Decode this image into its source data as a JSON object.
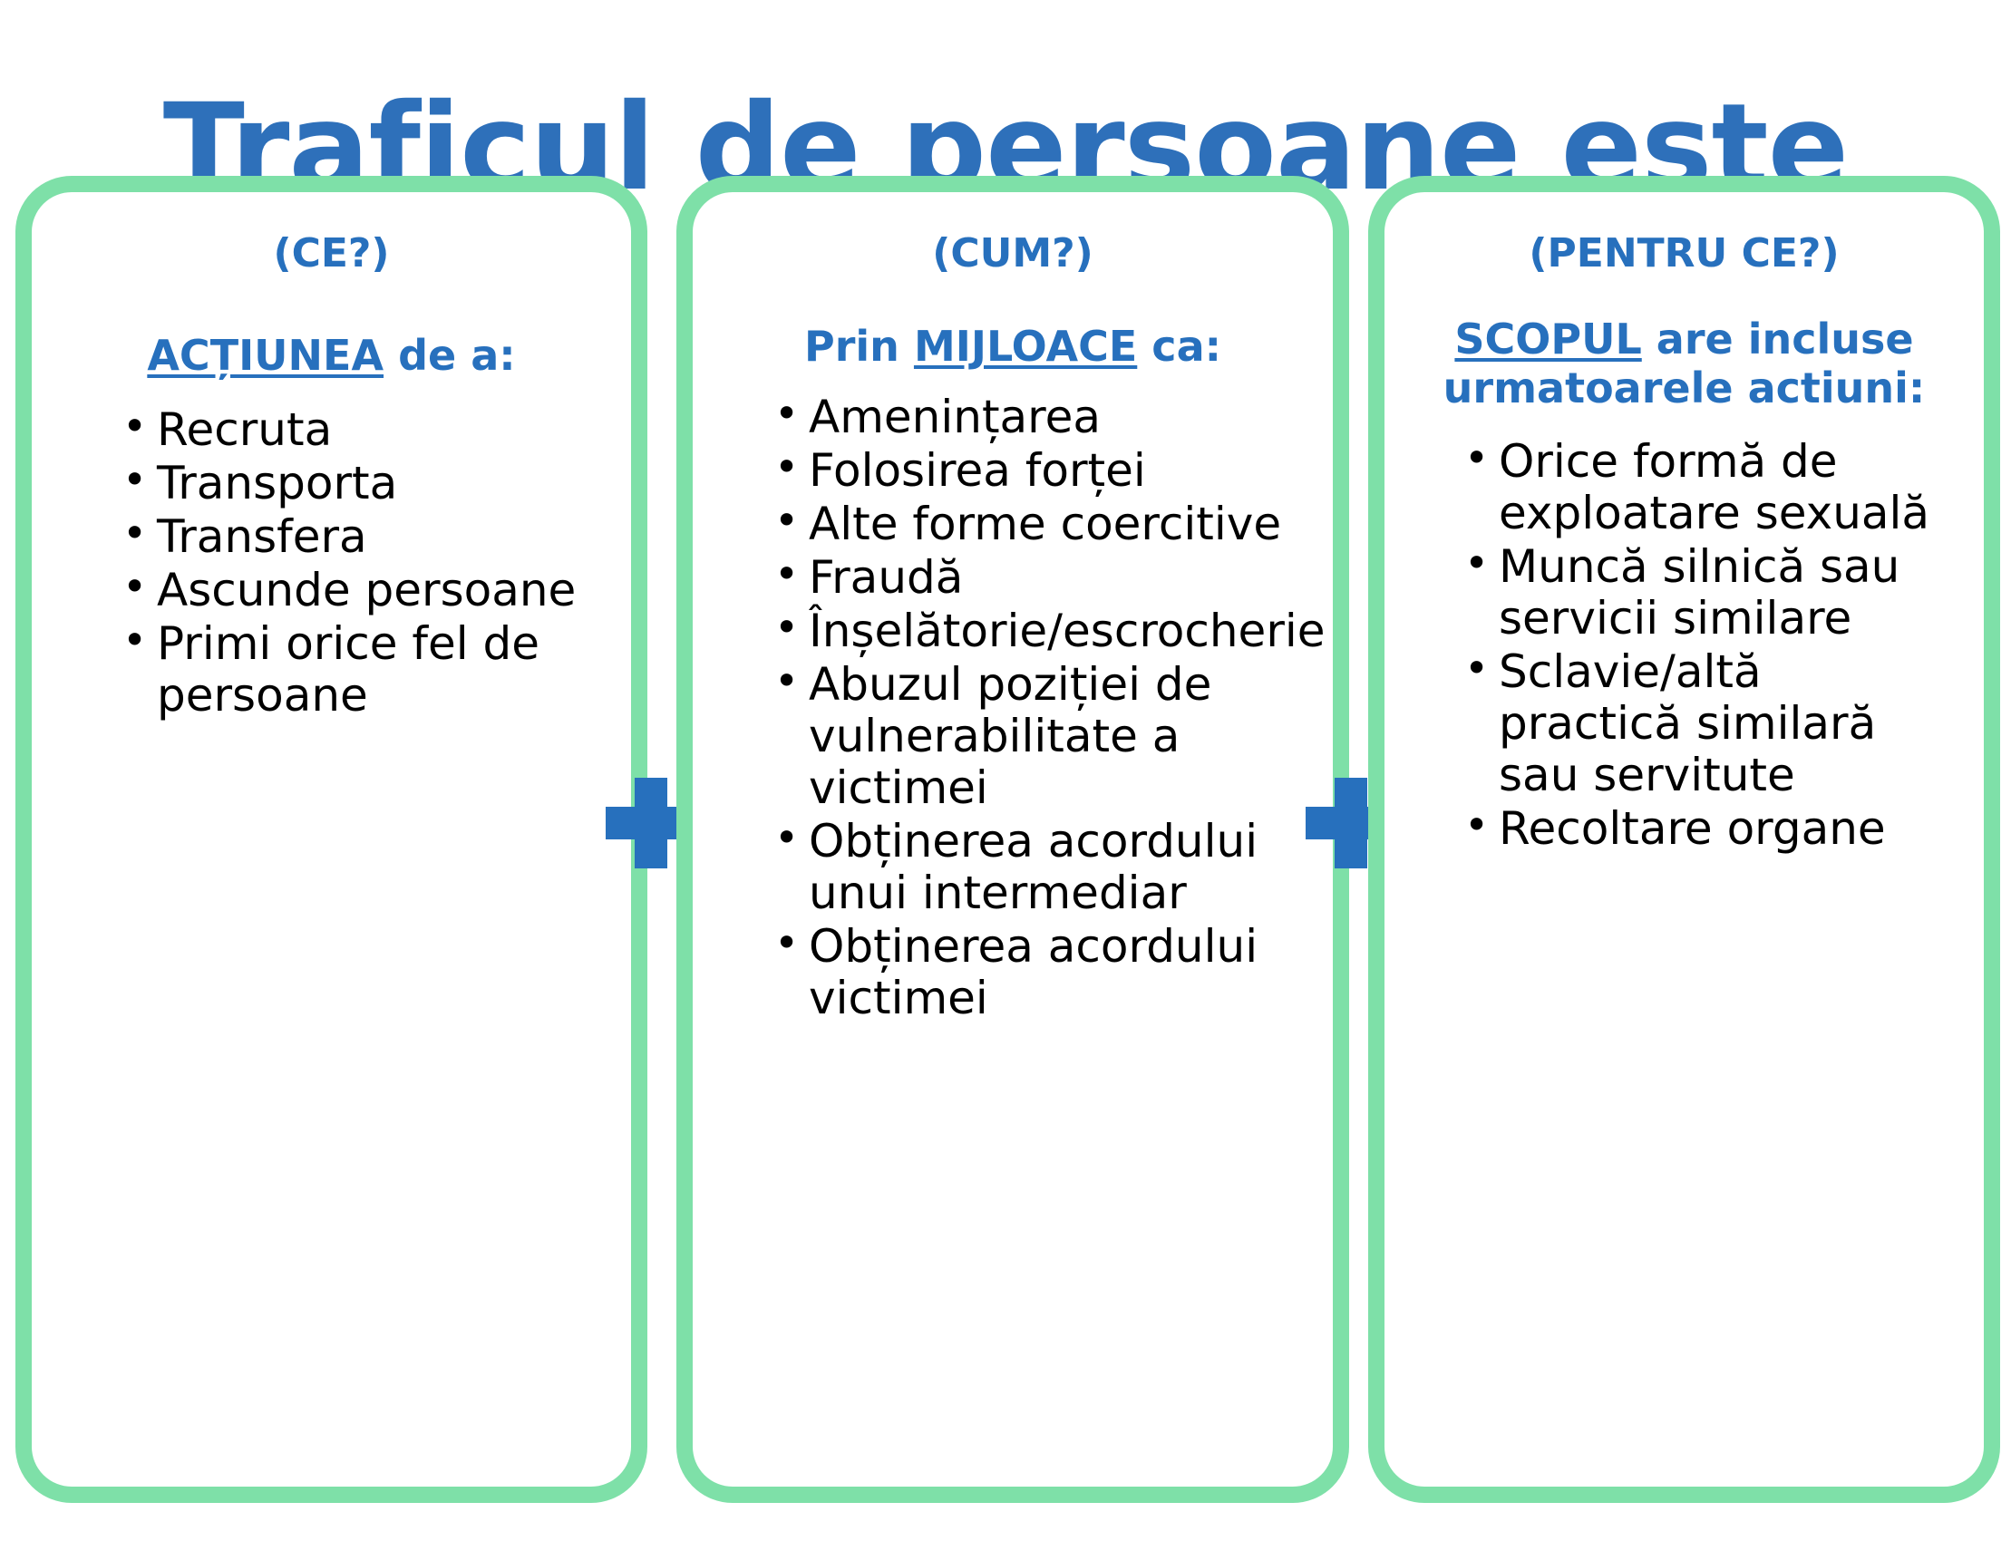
{
  "title": "Traficul de persoane este",
  "colors": {
    "title_blue": "#2e70ba",
    "heading_blue": "#2770bd",
    "card_border_green": "#7ee0a8",
    "plus_blue": "#2770bd",
    "body_text": "#000000",
    "background": "#ffffff"
  },
  "connectors": [
    {
      "symbol": "+",
      "name": "plus-sign"
    },
    {
      "symbol": "+",
      "name": "plus-sign"
    }
  ],
  "columns": [
    {
      "question": "(CE?)",
      "subhead_underlined": "ACȚIUNEA",
      "subhead_rest": " de a:",
      "items": [
        "Recruta",
        "Transporta",
        "Transfera",
        "Ascunde persoane",
        "Primi orice fel de persoane"
      ]
    },
    {
      "question": "(CUM?)",
      "subhead_pre": "Prin ",
      "subhead_underlined": "MIJLOACE",
      "subhead_rest": " ca:",
      "items": [
        "Amenințarea",
        "Folosirea forței",
        "Alte forme coercitive",
        "Fraudă",
        "Înșelătorie/escrocherie",
        "Abuzul poziției de vulnerabilitate a victimei",
        "Obținerea acordului unui intermediar",
        "Obținerea acordului victimei"
      ]
    },
    {
      "question": "(PENTRU CE?)",
      "subhead_underlined": "SCOPUL",
      "subhead_rest": " are incluse urmatoarele actiuni:",
      "items": [
        "Orice formă de exploatare sexuală",
        "Muncă silnică sau servicii similare",
        "Sclavie/altă practică similară sau servitute",
        "Recoltare organe"
      ]
    }
  ]
}
